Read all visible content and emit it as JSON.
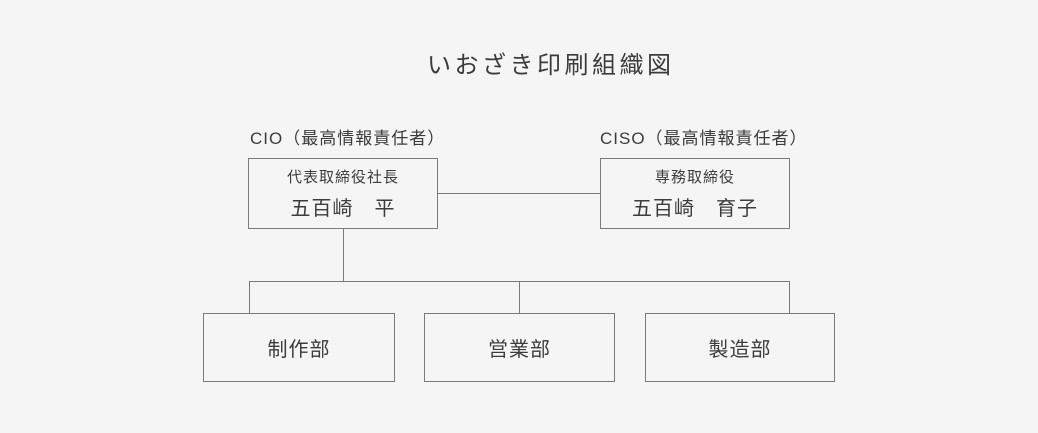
{
  "title": "いおざき印刷組織図",
  "colors": {
    "background": "#f5f5f5",
    "line": "#7a7a7a",
    "text": "#3c3c3c"
  },
  "executives": [
    {
      "officer_label": "CIO（最高情報責任者）",
      "position": "代表取締役社長",
      "name": "五百崎　平"
    },
    {
      "officer_label": "CISO（最高情報責任者）",
      "position": "専務取締役",
      "name": "五百崎　育子"
    }
  ],
  "departments": [
    {
      "name": "制作部"
    },
    {
      "name": "営業部"
    },
    {
      "name": "製造部"
    }
  ]
}
